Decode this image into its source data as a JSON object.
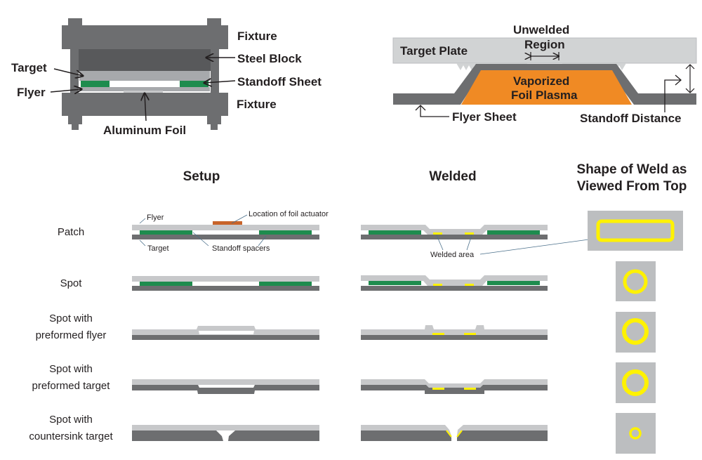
{
  "colors": {
    "fixture": "#6d6e70",
    "steel": "#58595b",
    "target": "#a7a9ac",
    "flyer_light": "#c7c8ca",
    "target_dark": "#6d6e70",
    "standoff": "#1e8c4e",
    "foil": "#c8642a",
    "plasma": "#f08a24",
    "weld": "#fff200",
    "shape_bg": "#bcbec0"
  },
  "fixture_diagram": {
    "labels": {
      "fixture_top": "Fixture",
      "steel_block": "Steel Block",
      "target": "Target",
      "standoff_sheet": "Standoff Sheet",
      "flyer": "Flyer",
      "fixture_bottom": "Fixture",
      "aluminum_foil": "Aluminum Foil"
    }
  },
  "plasma_diagram": {
    "labels": {
      "unwelded_region": [
        "Unwelded",
        "Region"
      ],
      "target_plate": "Target Plate",
      "plasma": [
        "Vaporized",
        "Foil Plasma"
      ],
      "flyer_sheet": "Flyer Sheet",
      "standoff_distance": "Standoff Distance"
    }
  },
  "table": {
    "headers": {
      "setup": "Setup",
      "welded": "Welded",
      "shape": [
        "Shape of Weld as",
        "Viewed From Top"
      ]
    },
    "rows": [
      {
        "label": [
          "Patch"
        ]
      },
      {
        "label": [
          "Spot"
        ]
      },
      {
        "label": [
          "Spot with",
          "preformed  flyer"
        ]
      },
      {
        "label": [
          "Spot with",
          "preformed  target"
        ]
      },
      {
        "label": [
          "Spot with",
          "countersink target"
        ]
      }
    ],
    "annotations": {
      "flyer": "Flyer",
      "target": "Target",
      "foil_actuator": "Location of foil actuator",
      "standoff_spacers": "Standoff spacers",
      "welded_area": "Welded area"
    }
  }
}
